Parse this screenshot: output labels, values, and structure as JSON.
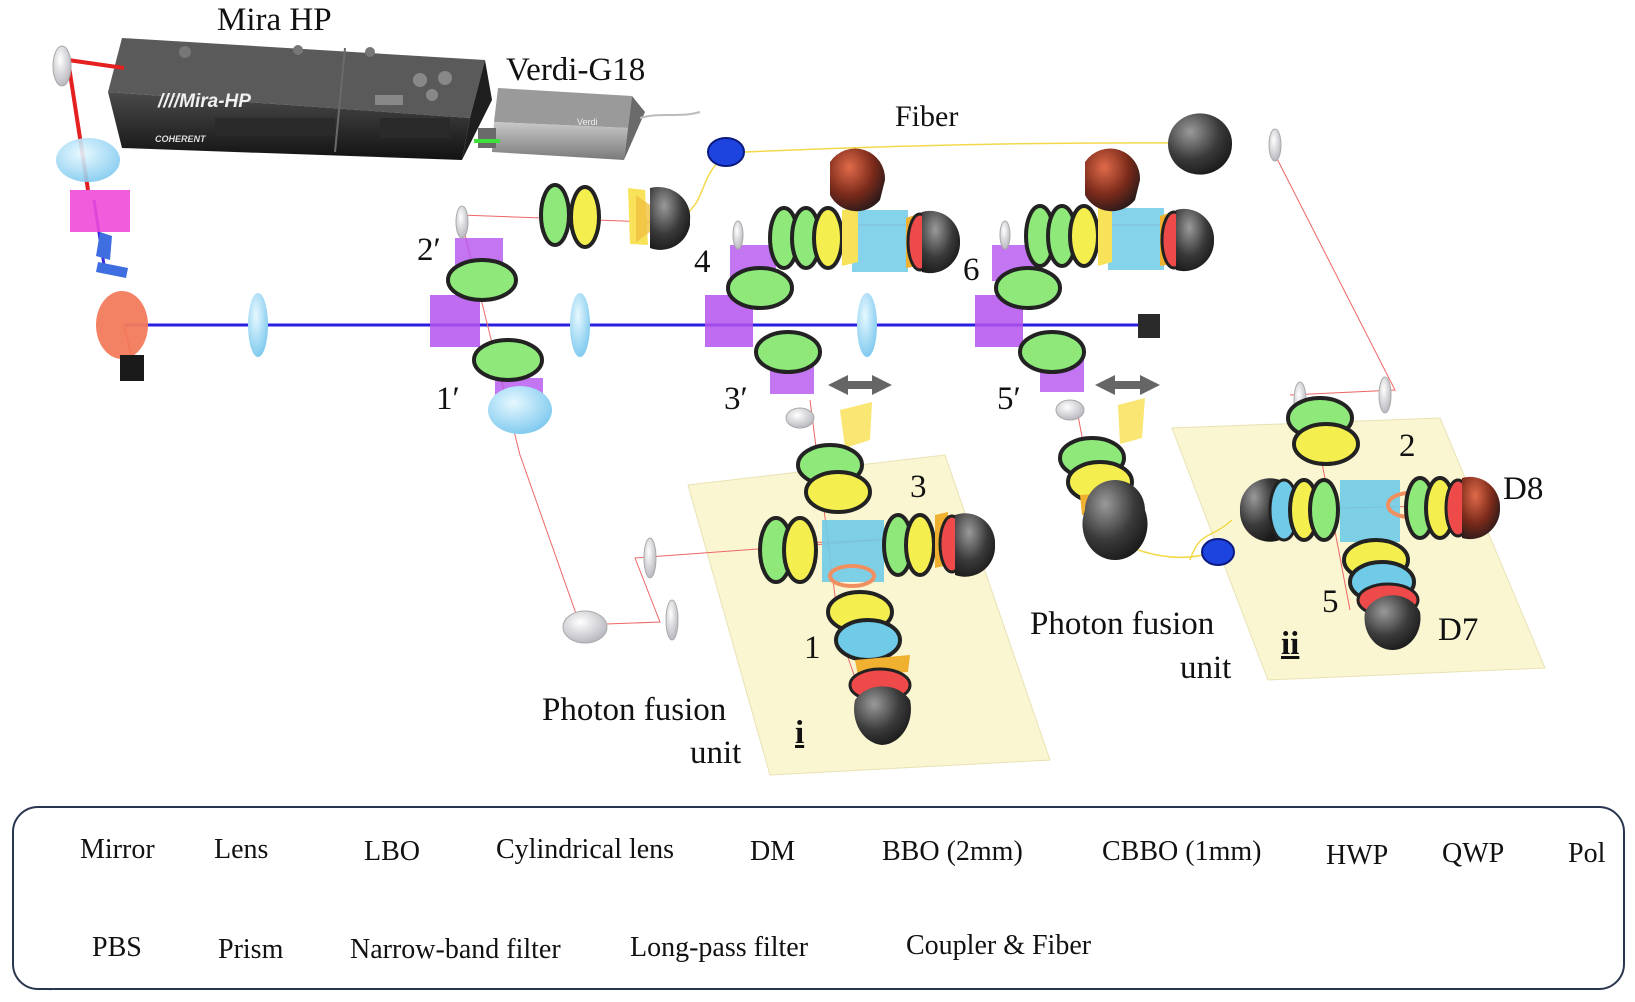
{
  "labels": {
    "laser_main": "Mira  HP",
    "laser_brand": "////Mira-HP",
    "laser_maker": "COHERENT",
    "pump": "Verdi-G18",
    "pump_brand": "Verdi",
    "fiber": "Fiber",
    "crystal_1p": "1′",
    "crystal_2p": "2′",
    "crystal_3p": "3′",
    "crystal_5p": "5′",
    "port_1": "1",
    "port_2": "2",
    "port_3": "3",
    "port_4": "4",
    "port_5": "5",
    "port_6": "6",
    "detector_7": "D7",
    "detector_8": "D8",
    "unit_i_line1": "Photon fusion",
    "unit_i_line2": "unit",
    "unit_i_tag": "i",
    "unit_ii_line1": "Photon fusion",
    "unit_ii_line2": "unit",
    "unit_ii_tag": "ii"
  },
  "legend": {
    "mirror": "Mirror",
    "lens": "Lens",
    "lbo": "LBO",
    "cyl_lens": "Cylindrical lens",
    "dm": "DM",
    "bbo": "BBO (2mm)",
    "cbbo": "CBBO (1mm)",
    "hwp": "HWP",
    "qwp": "QWP",
    "pol": "Pol",
    "pbs": "PBS",
    "prism": "Prism",
    "nb_filter": "Narrow-band filter",
    "lp_filter": "Long-pass filter",
    "coupler": "Coupler & Fiber"
  },
  "colors": {
    "red_beam": "#e52020",
    "blue_beam": "#2a1ee0",
    "green_beam": "#3ee03a",
    "hwp": "#8ee87a",
    "qwp": "#f4ef4e",
    "pol": "#3a4fd8",
    "lbo": "#f04ad8",
    "bbo": "#b452ef",
    "cbbo": "#dc8cf5",
    "lens": "#9fdcf5",
    "dm": "#f27b5c",
    "pbs": "#6fcbe8",
    "prism": "#f0c888",
    "nb_filter": "#f8e25a",
    "lp_filter": "#ee4a4a",
    "coupler": "#3a3a3a",
    "platform": "#fbf6d2",
    "legend_border": "#2a3550"
  }
}
